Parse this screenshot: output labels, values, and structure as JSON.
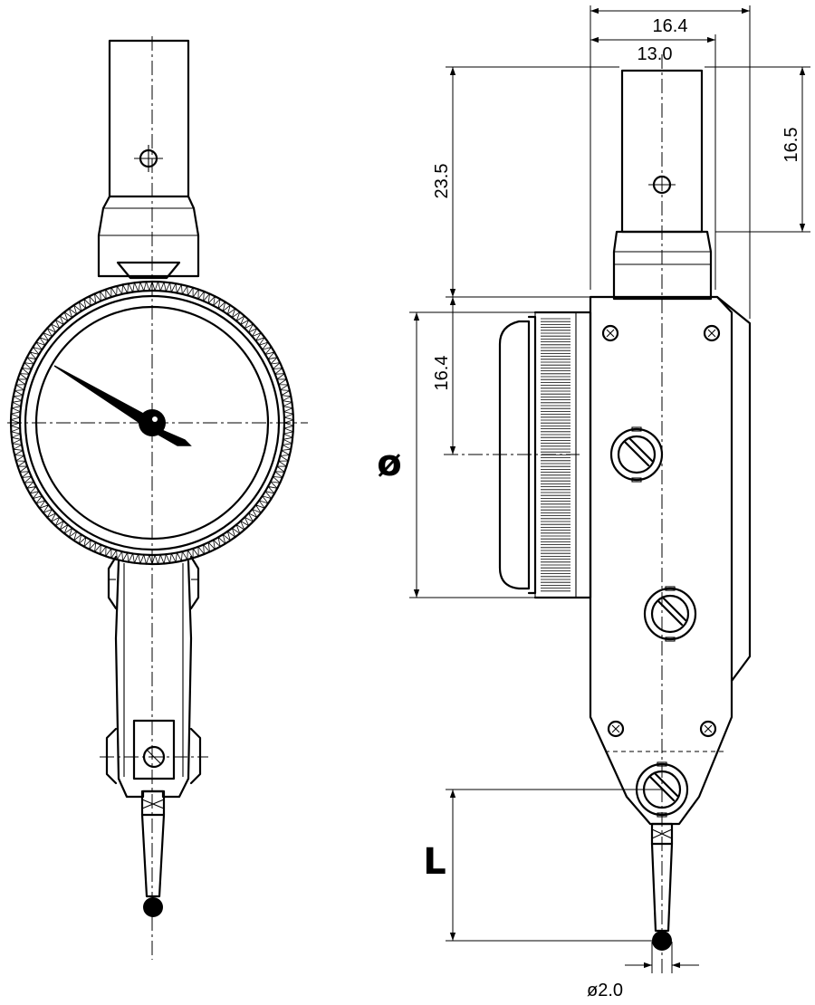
{
  "dimensions": {
    "width_total": "16.4",
    "width_stem": "13.0",
    "stem_length": "16.5",
    "height_stem_to_body": "23.5",
    "dial_center_offset": "16.4",
    "dial_diameter_symbol": "ø",
    "stylus_length_symbol": "L",
    "ball_diameter": "ø2.0"
  }
}
